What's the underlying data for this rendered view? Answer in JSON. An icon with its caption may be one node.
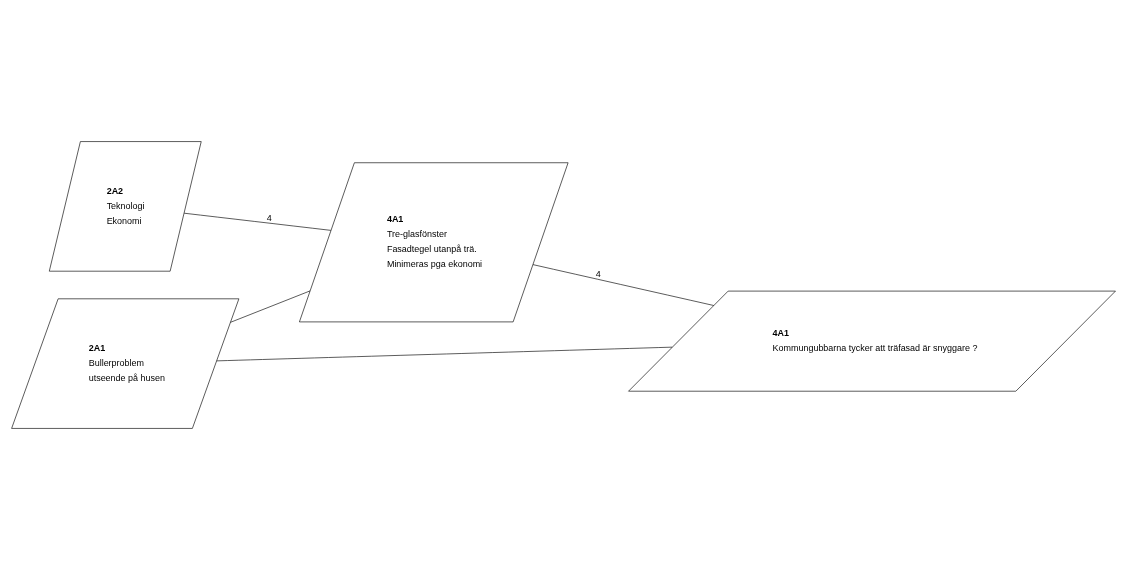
{
  "diagram": {
    "nodes": [
      {
        "text": [
          "2A2",
          "Teknologi",
          "Ekonomi"
        ]
      },
      {
        "text": [
          "2A1",
          "Bullerproblem",
          "utseende på husen"
        ]
      },
      {
        "text": [
          "4A1",
          "Tre-glasfönster",
          "Fasadtegel utanpå trä.",
          "Minimeras pga ekonomi"
        ]
      },
      {
        "text": [
          "4A1",
          "Kommungubbarna tycker att träfasad är snyggare ?"
        ]
      }
    ],
    "edges": [
      {
        "from": 0,
        "to": 2,
        "arrow": "none",
        "label": "4"
      },
      {
        "from": 1,
        "to": 2,
        "arrow": "none"
      },
      {
        "from": 1,
        "to": 3,
        "arrow": "none"
      },
      {
        "from": 2,
        "to": 3,
        "arrow": "none",
        "label": "4"
      }
    ]
  }
}
